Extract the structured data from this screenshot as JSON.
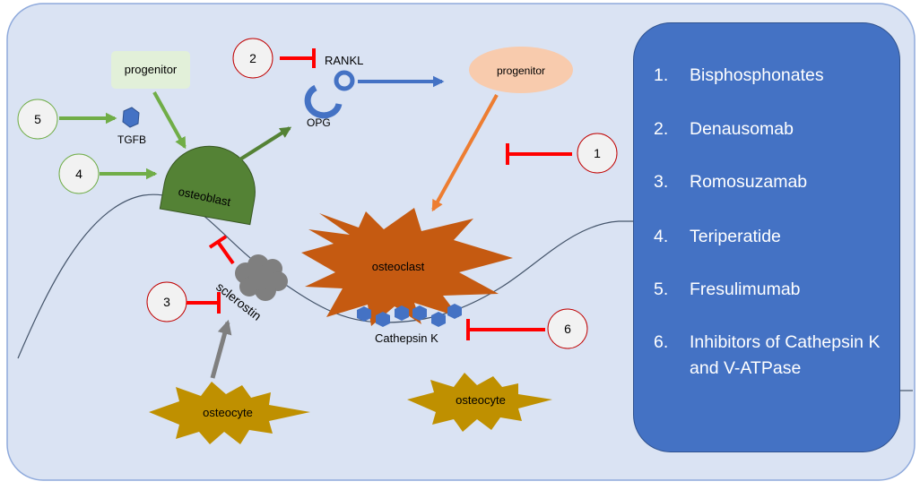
{
  "diagram": {
    "labels": {
      "progenitor_left": "progenitor",
      "progenitor_right": "progenitor",
      "osteoblast": "osteoblast",
      "osteoclast": "osteoclast",
      "osteocyte_left": "osteocyte",
      "osteocyte_right": "osteocyte",
      "sclerostin": "sclerostin",
      "rankl": "RANKL",
      "opg": "OPG",
      "tgfb": "TGFB",
      "cathepsin_k": "Cathepsin K"
    },
    "markers": {
      "m1": "1",
      "m2": "2",
      "m3": "3",
      "m4": "4",
      "m5": "5",
      "m6": "6"
    }
  },
  "legend": {
    "items": [
      {
        "num": "1.",
        "text": "Bisphosphonates"
      },
      {
        "num": "2.",
        "text": "Denausomab"
      },
      {
        "num": "3.",
        "text": "Romosuzamab"
      },
      {
        "num": "4.",
        "text": "Teriperatide"
      },
      {
        "num": "5.",
        "text": "Fresulimumab"
      },
      {
        "num": "6.",
        "text": "Inhibitors of Cathepsin K and V-ATPase"
      }
    ]
  },
  "colors": {
    "background": "#dae3f3",
    "panel": "#4472c4",
    "osteoblast": "#548235",
    "osteoclast": "#c55a11",
    "osteocyte": "#bf9000",
    "progenitor_left": "#e2f0d9",
    "progenitor_right": "#f8cbad",
    "inhibit": "#ff0000",
    "stimulate_green": "#70ad47",
    "arrow_blue": "#4472c4",
    "arrow_orange": "#ed7d31",
    "arrow_gray": "#7f7f7f",
    "cloud": "#7f7f7f"
  }
}
